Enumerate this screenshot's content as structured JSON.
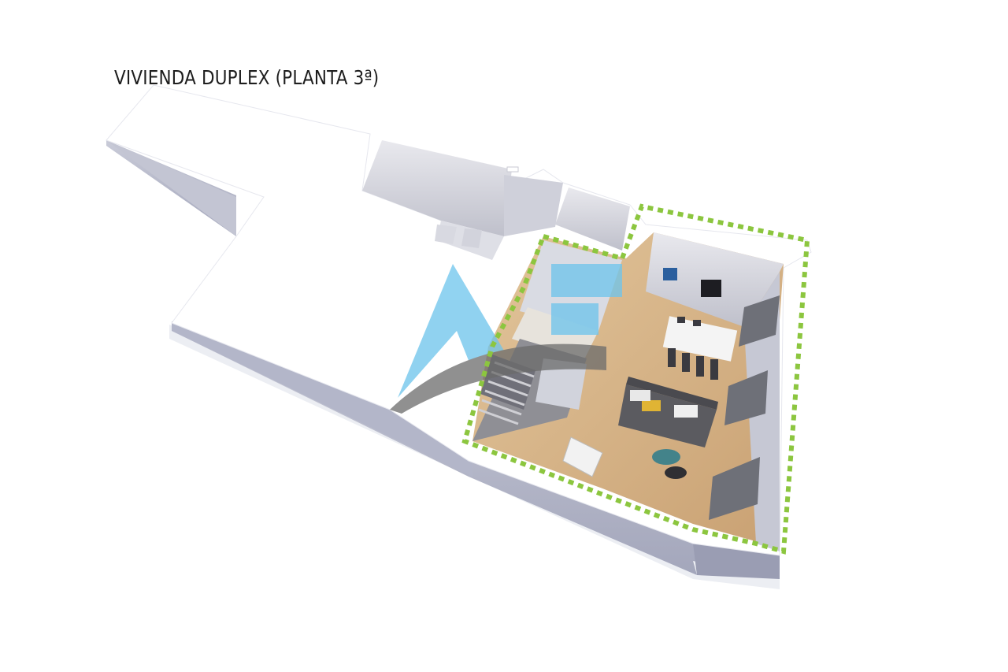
{
  "title": "VIVIENDA DUPLEX (PLANTA 3ª)",
  "colors": {
    "boundary": "#8cc63f",
    "wall_side": "#b9bccd",
    "wall_top": "#ffffff",
    "floor_wood": "#d7b68a",
    "watermark_blue": "#6cc4ec",
    "watermark_gray": "#6b6b6b"
  },
  "icons": {
    "watermark": "af-logo-watermark",
    "boundary": "dashed-outline"
  }
}
